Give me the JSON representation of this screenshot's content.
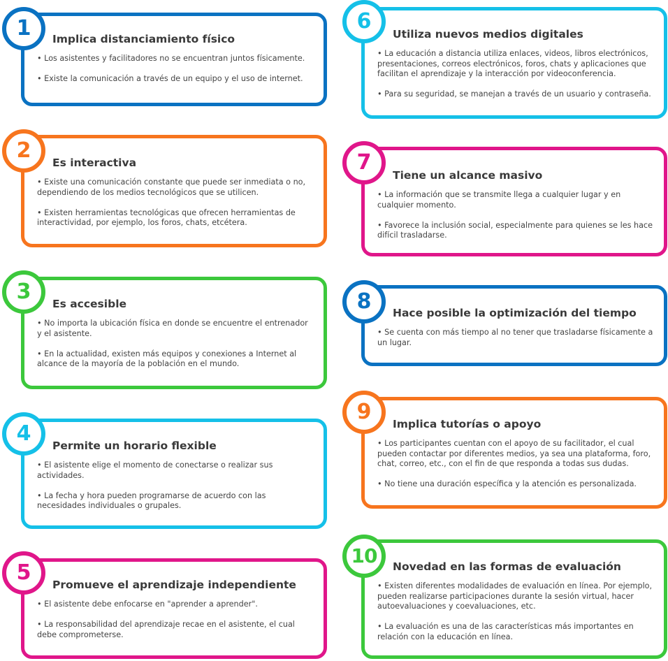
{
  "colors": {
    "blue": "#0a72c2",
    "orange": "#f7751e",
    "green": "#3cc83c",
    "cyan": "#15c0e8",
    "magenta": "#e0168a"
  },
  "items": [
    {
      "number": "1",
      "title": "Implica distanciamiento físico",
      "color": "#0a72c2",
      "bullets": [
        "• Los asistentes y facilitadores no se encuentran juntos físicamente.",
        "• Existe la comunicación a través de un equipo y el uso de internet."
      ]
    },
    {
      "number": "2",
      "title": "Es interactiva",
      "color": "#f7751e",
      "bullets": [
        "• Existe una comunicación constante que puede ser inmediata o no, dependiendo de los medios tecnológicos que se utilicen.",
        "• Existen herramientas tecnológicas que ofrecen herramientas de interactividad, por ejemplo, los foros, chats, etcétera."
      ]
    },
    {
      "number": "3",
      "title": "Es accesible",
      "color": "#3cc83c",
      "bullets": [
        "• No importa la ubicación física en donde se encuentre el entrenador y el asistente.",
        "• En la actualidad, existen más equipos y conexiones a Internet al alcance de la mayoría de la población en el mundo."
      ]
    },
    {
      "number": "4",
      "title": "Permite un horario flexible",
      "color": "#15c0e8",
      "bullets": [
        "• El asistente elige el momento de conectarse o realizar sus actividades.",
        "• La fecha y hora pueden programarse de acuerdo con las necesidades individuales o grupales."
      ]
    },
    {
      "number": "5",
      "title": "Promueve el aprendizaje independiente",
      "color": "#e0168a",
      "bullets": [
        "• El asistente debe enfocarse en \"aprender a aprender\".",
        "• La responsabilidad del aprendizaje recae en el asistente, el cual debe comprometerse."
      ]
    },
    {
      "number": "6",
      "title": "Utiliza nuevos medios digitales",
      "color": "#15c0e8",
      "bullets": [
        "• La educación a distancia utiliza enlaces, videos, libros electrónicos, presentaciones, correos electrónicos, foros, chats y aplicaciones que facilitan el aprendizaje y la interacción por videoconferencia.",
        "• Para su seguridad, se manejan a través de un usuario y contraseña."
      ]
    },
    {
      "number": "7",
      "title": "Tiene un alcance masivo",
      "color": "#e0168a",
      "bullets": [
        "• La información que se transmite llega a cualquier lugar y en cualquier momento.",
        "• Favorece la inclusión social, especialmente para quienes se les hace difícil trasladarse."
      ]
    },
    {
      "number": "8",
      "title": "Hace posible la optimización del tiempo",
      "color": "#0a72c2",
      "bullets": [
        "• Se cuenta con más tiempo al no tener que trasladarse físicamente a un lugar."
      ]
    },
    {
      "number": "9",
      "title": "Implica tutorías o apoyo",
      "color": "#f7751e",
      "bullets": [
        "• Los participantes cuentan con el apoyo de su facilitador, el cual pueden contactar por diferentes medios, ya sea una plataforma, foro, chat, correo, etc., con el fin de que responda a todas sus dudas.",
        "• No tiene una duración específica y la atención es personalizada."
      ]
    },
    {
      "number": "10",
      "title": "Novedad en las formas de evaluación",
      "color": "#3cc83c",
      "bullets": [
        "• Existen diferentes modalidades de evaluación en línea. Por ejemplo, pueden realizarse participaciones durante la sesión virtual, hacer autoevaluaciones y coevaluaciones, etc.",
        "• La evaluación es una de las características más importantes en relación con la educación en línea."
      ]
    }
  ]
}
